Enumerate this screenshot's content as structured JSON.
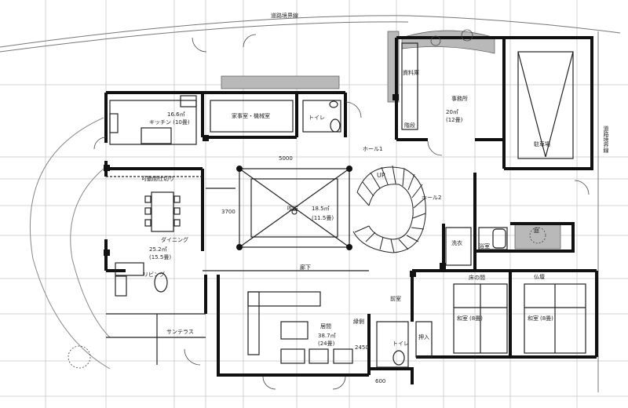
{
  "plan": {
    "boundary_note": "道路境界線",
    "dims": {
      "hall_width": "5000",
      "hall_height": "3700",
      "genkan_width": "2450",
      "step": "600"
    },
    "rooms": {
      "kitchen": {
        "area": "16.6㎡",
        "name": "キッチン (10畳)"
      },
      "utility": "家事室・機械室",
      "toilet1": "トイレ",
      "office": {
        "name": "事務所",
        "area": "20㎡",
        "tatami": "(12畳)"
      },
      "storage": "資料庫",
      "stairs_small": "階段",
      "parking": "駐車場",
      "hall1": "ホール1",
      "hall2": "ホール2",
      "partition": "可動間仕切り",
      "atrium": {
        "name": "吹抜",
        "area": "18.5㎡",
        "tatami": "(11.5畳)"
      },
      "up": "UP",
      "dining": "ダイニング",
      "living_area": {
        "area": "25.2㎡",
        "tatami": "(15.5畳)"
      },
      "living": "リビング",
      "washroom": "洗衣",
      "bath": "浴室",
      "garden": "庭",
      "corridor": "廊下",
      "tokonoma": "床の間",
      "butsuma": "仏壇",
      "washitsu1": {
        "name": "和室",
        "tatami": "(8畳)"
      },
      "washitsu2": {
        "name": "和室",
        "tatami": "(8畳)"
      },
      "front_room": "前室",
      "salon": {
        "name": "居間",
        "area": "38.7㎡",
        "tatami": "(24畳)"
      },
      "toilet2": "トイレ",
      "oshiire": "押入",
      "sunterrace": "サンテラス",
      "ekou": "縁側",
      "vertical_note": "道路境界線"
    }
  }
}
